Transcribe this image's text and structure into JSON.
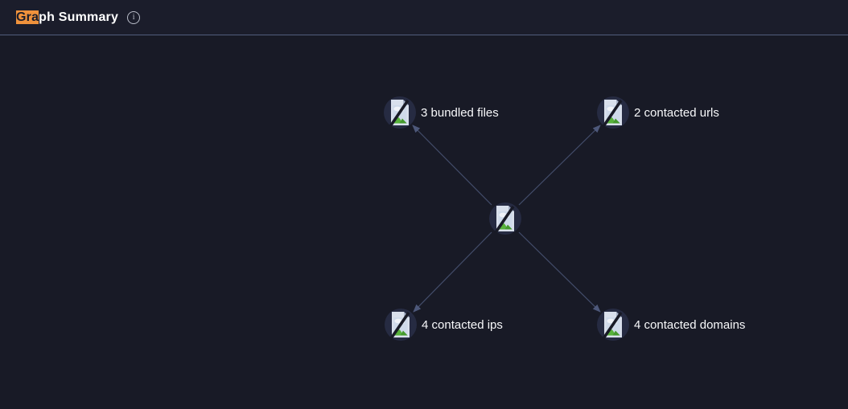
{
  "header": {
    "title_highlight": "Gra",
    "title_rest": "ph Summary",
    "info_glyph": "i"
  },
  "graph": {
    "central_node": {
      "id": "file",
      "icon": "broken-image-icon"
    },
    "nodes": [
      {
        "id": "bundled-files",
        "label": "3 bundled files"
      },
      {
        "id": "contacted-urls",
        "label": "2 contacted urls"
      },
      {
        "id": "contacted-ips",
        "label": "4 contacted ips"
      },
      {
        "id": "contacted-domains",
        "label": "4 contacted domains"
      }
    ]
  },
  "colors": {
    "search_highlight": "#f0923c",
    "background": "#181a26",
    "header_background": "#1b1d2b",
    "divider": "#515d7c",
    "edge": "#434d6b",
    "arrowhead": "#4d587a",
    "label_text": "#f7f8fa",
    "icon_circle": "#262b42",
    "icon_document": "#d9e0ec",
    "icon_green": "#57b23b"
  },
  "icons": {
    "info": "circled-i",
    "node": "broken-image-placeholder"
  }
}
